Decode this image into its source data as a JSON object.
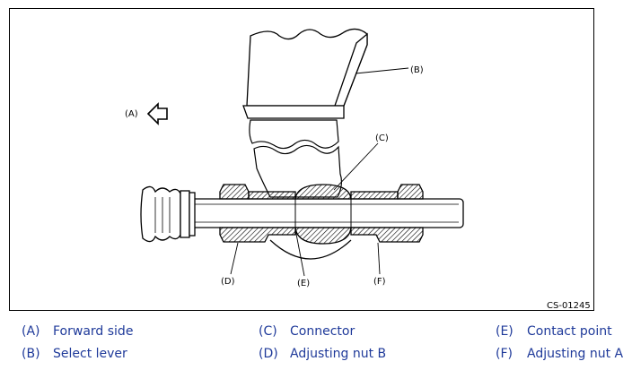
{
  "figure": {
    "code": "CS-01245",
    "callouts": {
      "a": "(A)",
      "b": "(B)",
      "c": "(C)",
      "d": "(D)",
      "e": "(E)",
      "f": "(F)"
    }
  },
  "legend": [
    {
      "key": "(A)",
      "text": "Forward side"
    },
    {
      "key": "(B)",
      "text": "Select lever"
    },
    {
      "key": "(C)",
      "text": "Connector"
    },
    {
      "key": "(D)",
      "text": "Adjusting nut B"
    },
    {
      "key": "(E)",
      "text": "Contact point"
    },
    {
      "key": "(F)",
      "text": "Adjusting nut A"
    }
  ],
  "colors": {
    "legend_text": "#1f3a9a",
    "line": "#000000"
  }
}
